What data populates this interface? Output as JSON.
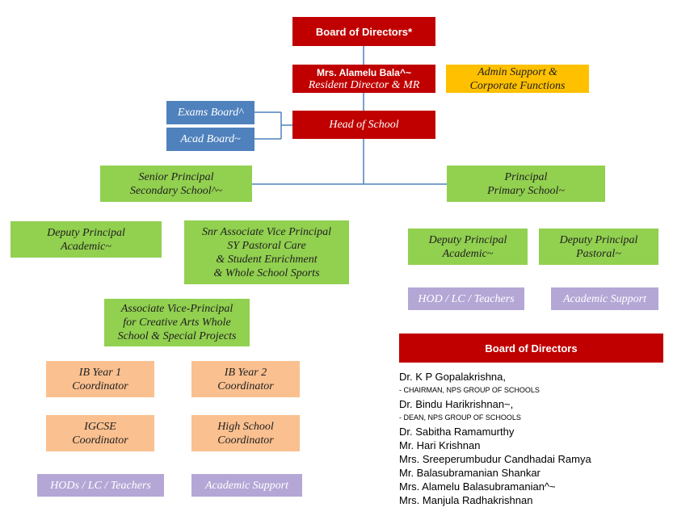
{
  "board": {
    "label": "Board of Directors*"
  },
  "resident_director": {
    "name": "Mrs. Alamelu Bala^~",
    "role": "Resident Director & MR"
  },
  "admin_support": {
    "line1": "Admin  Support &",
    "line2": "Corporate Functions"
  },
  "exams_board": {
    "label": "Exams Board^"
  },
  "acad_board": {
    "label": "Acad Board~"
  },
  "head_of_school": {
    "label": "Head of School"
  },
  "senior_principal": {
    "line1": "Senior Principal",
    "line2": "Secondary School^~"
  },
  "principal_primary": {
    "line1": "Principal",
    "line2": "Primary School~"
  },
  "deputy_academic_secondary": {
    "line1": "Deputy Principal",
    "line2": "Academic~"
  },
  "snr_associate_vp": {
    "line1": "Snr Associate Vice Principal",
    "line2": "SY Pastoral Care",
    "line3": "& Student Enrichment",
    "line4": "& Whole School Sports"
  },
  "deputy_academic_primary": {
    "line1": "Deputy Principal",
    "line2": "Academic~"
  },
  "deputy_pastoral_primary": {
    "line1": "Deputy Principal",
    "line2": "Pastoral~"
  },
  "hod_primary": {
    "label": "HOD / LC / Teachers"
  },
  "academic_support_primary": {
    "label": "Academic Support"
  },
  "associate_vp": {
    "line1": "Associate Vice-Principal",
    "line2": "for Creative Arts Whole",
    "line3": "School & Special Projects"
  },
  "ib_year1": {
    "line1": "IB Year 1",
    "line2": "Coordinator"
  },
  "ib_year2": {
    "line1": "IB Year 2",
    "line2": "Coordinator"
  },
  "igcse": {
    "line1": "IGCSE",
    "line2": "Coordinator"
  },
  "high_school": {
    "line1": "High School",
    "line2": "Coordinator"
  },
  "hods_secondary": {
    "label": "HODs / LC / Teachers"
  },
  "academic_support_secondary": {
    "label": "Academic Support"
  },
  "board_list": {
    "header": "Board of Directors",
    "members": [
      {
        "name": "Dr. K P Gopalakrishna,",
        "sub": "- CHAIRMAN, NPS GROUP OF SCHOOLS"
      },
      {
        "name": "Dr. Bindu Harikrishnan~,",
        "sub": "- DEAN, NPS GROUP OF SCHOOLS"
      },
      {
        "name": "Dr. Sabitha Ramamurthy"
      },
      {
        "name": "Mr. Hari Krishnan"
      },
      {
        "name": "Mrs. Sreeperumbudur Candhadai Ramya"
      },
      {
        "name": "Mr. Balasubramanian Shankar"
      },
      {
        "name": "Mrs. Alamelu Balasubramanian^~"
      },
      {
        "name": "Mrs. Manjula Radhakrishnan"
      }
    ]
  },
  "colors": {
    "red": "#c00000",
    "blue": "#4f81bd",
    "gold": "#ffc000",
    "green": "#92d050",
    "peach": "#fac090",
    "lilac": "#b4a7d6",
    "connector": "#4f81bd"
  }
}
